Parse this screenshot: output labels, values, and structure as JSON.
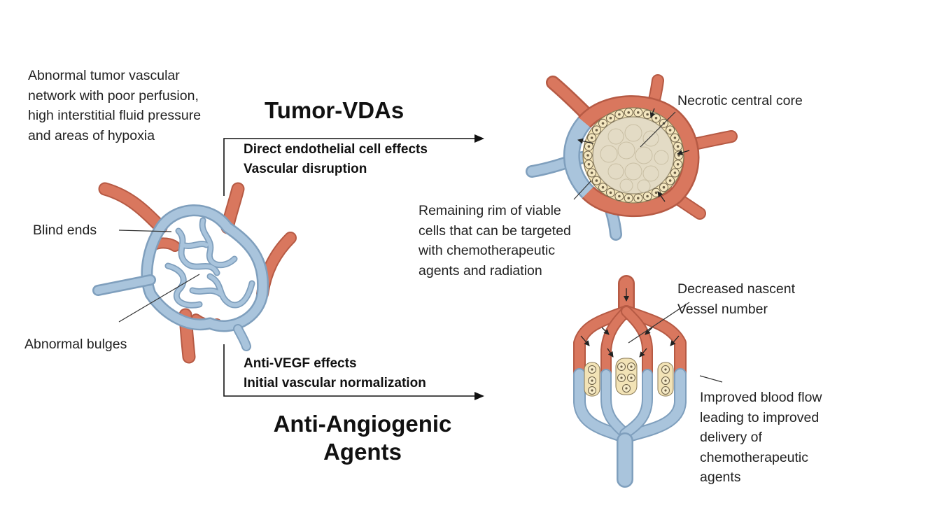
{
  "titles": {
    "tumor_vdas": "Tumor-VDAs",
    "anti_angiogenic": "Anti-Angiogenic\nAgents"
  },
  "effects": {
    "vda": "Direct endothelial cell effects\nVascular disruption",
    "anti_vegf": "Anti-VEGF effects\nInitial vascular normalization"
  },
  "labels": {
    "abnormal_network": "Abnormal tumor vascular\nnetwork with poor perfusion,\nhigh interstitial fluid pressure\nand areas of hypoxia",
    "blind_ends": "Blind ends",
    "abnormal_bulges": "Abnormal bulges",
    "necrotic_core": "Necrotic central core",
    "remaining_rim": "Remaining rim of viable\ncells that can be targeted\nwith chemotherapeutic\nagents and radiation",
    "decreased_nascent": "Decreased nascent\nVessel number",
    "improved_flow": "Improved blood flow\nleading to improved\ndelivery of\nchemotherapeutic\nagents"
  },
  "colors": {
    "artery": "#d9775e",
    "artery_edge": "#b65a44",
    "vein": "#a9c4dc",
    "vein_edge": "#7f9fbd",
    "tumor_fill": "#e3dbc5",
    "cell_fill": "#f2e3b6",
    "line": "#222222"
  }
}
